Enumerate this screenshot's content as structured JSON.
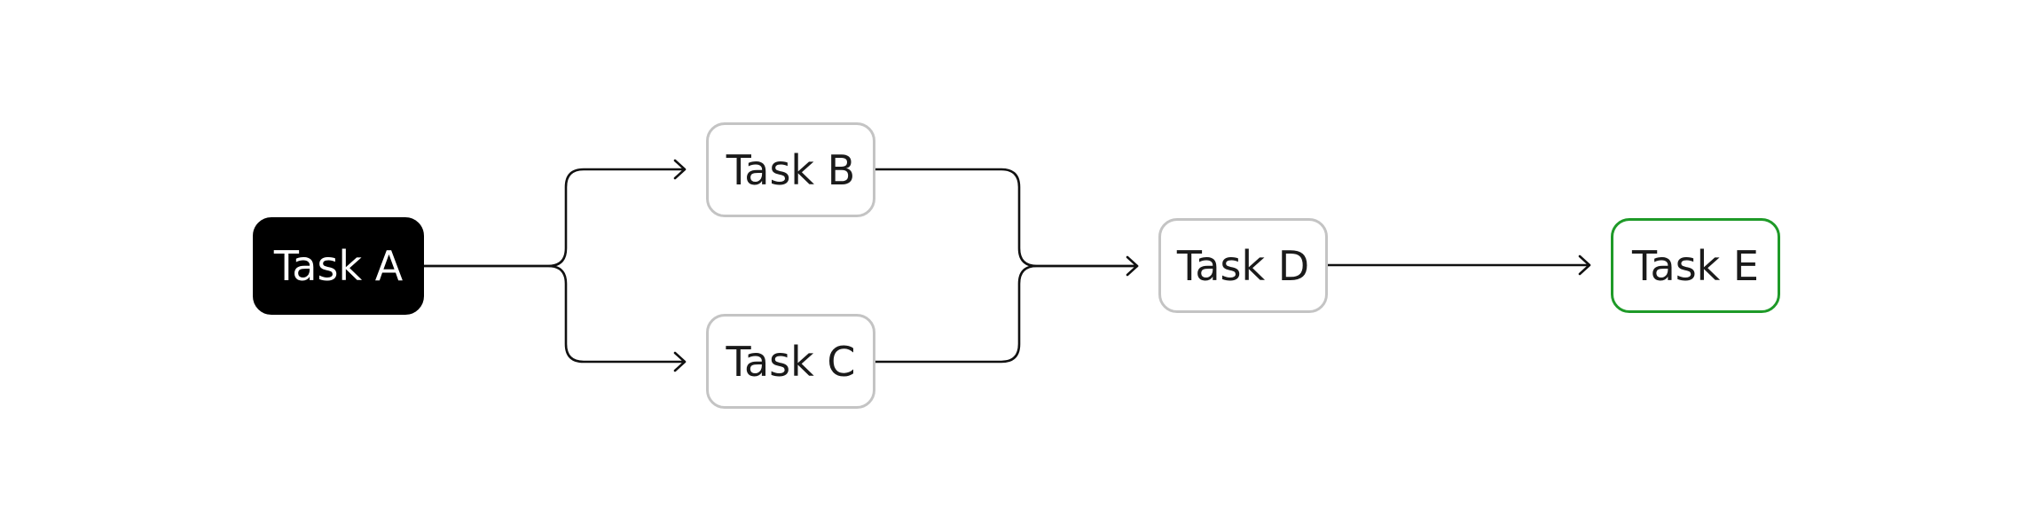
{
  "diagram": {
    "nodes": [
      {
        "id": "a",
        "label": "Task A",
        "style": "root"
      },
      {
        "id": "b",
        "label": "Task B",
        "style": "default"
      },
      {
        "id": "c",
        "label": "Task C",
        "style": "default"
      },
      {
        "id": "d",
        "label": "Task D",
        "style": "default"
      },
      {
        "id": "e",
        "label": "Task E",
        "style": "done"
      }
    ],
    "edges": [
      {
        "from": "a",
        "to": "b"
      },
      {
        "from": "a",
        "to": "c"
      },
      {
        "from": "b",
        "to": "d"
      },
      {
        "from": "c",
        "to": "d"
      },
      {
        "from": "d",
        "to": "e"
      }
    ],
    "colors": {
      "root_fill": "#000000",
      "root_text": "#ffffff",
      "node_border": "#c4c4c4",
      "done_border": "#1e9a28",
      "edge": "#111111"
    }
  }
}
